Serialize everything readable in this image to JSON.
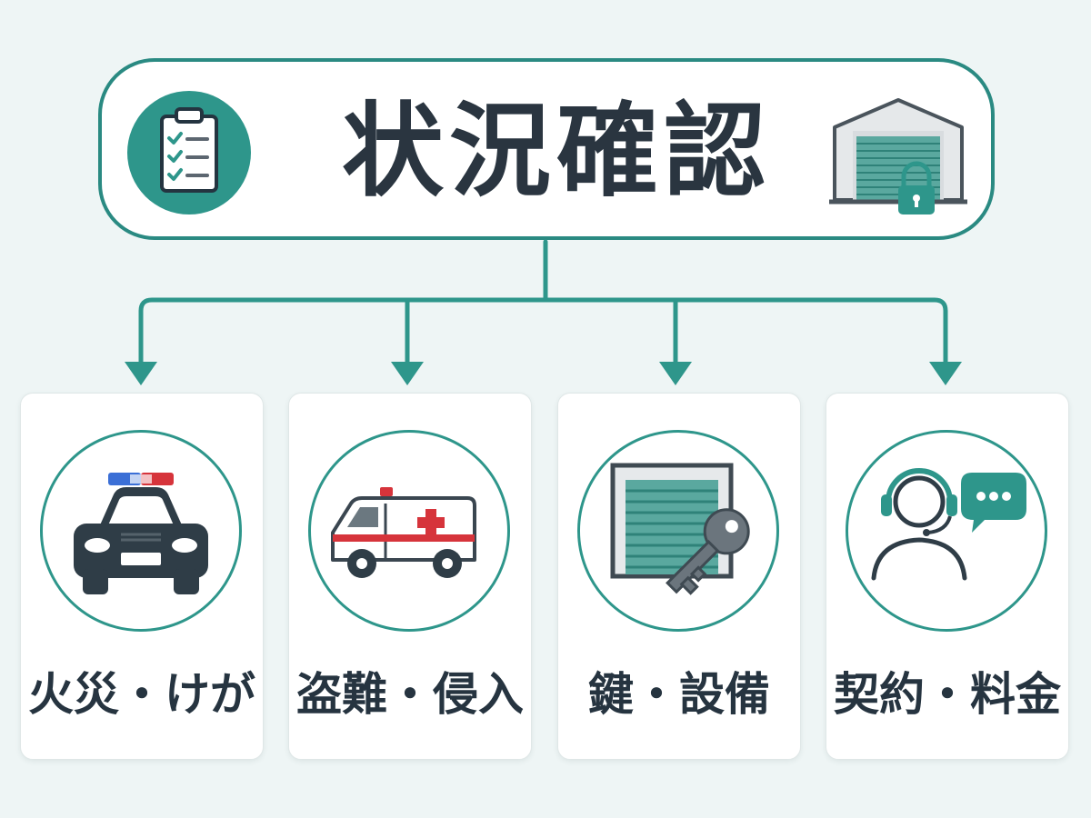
{
  "header": {
    "title": "状況確認",
    "left_icon": "clipboard-checklist-icon",
    "right_icon": "garage-lock-icon"
  },
  "categories": [
    {
      "label": "火災・けが",
      "icon": "police-car-icon"
    },
    {
      "label": "盗難・侵入",
      "icon": "ambulance-icon"
    },
    {
      "label": "鍵・設備",
      "icon": "garage-key-icon"
    },
    {
      "label": "契約・料金",
      "icon": "support-operator-icon"
    }
  ],
  "colors": {
    "accent": "#2e968b",
    "text": "#263440",
    "background": "#eef5f5",
    "card": "#ffffff"
  }
}
